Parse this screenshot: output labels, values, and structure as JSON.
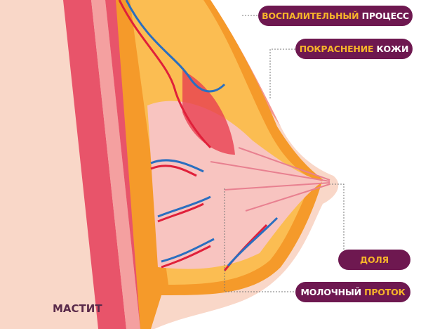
{
  "title": "МАСТИТ",
  "labels": {
    "inflammation": {
      "part1": "ВОСПАЛИТЕЛЬНЫЙ",
      "part2": "ПРОЦЕСС"
    },
    "redness": {
      "part1": "ПОКРАСНЕНИЕ",
      "part2": "КОЖИ"
    },
    "lobe": {
      "part1": "ДОЛЯ"
    },
    "duct": {
      "part1": "МОЛОЧНЫЙ",
      "part2": "ПРОТОК"
    }
  },
  "colors": {
    "pill": "#6e1850",
    "highlight": "#f7b52a",
    "fat": "#f59a2a",
    "skin": "#f9d7c8",
    "vein": "#2a6fc0",
    "artery": "#e0203a"
  }
}
